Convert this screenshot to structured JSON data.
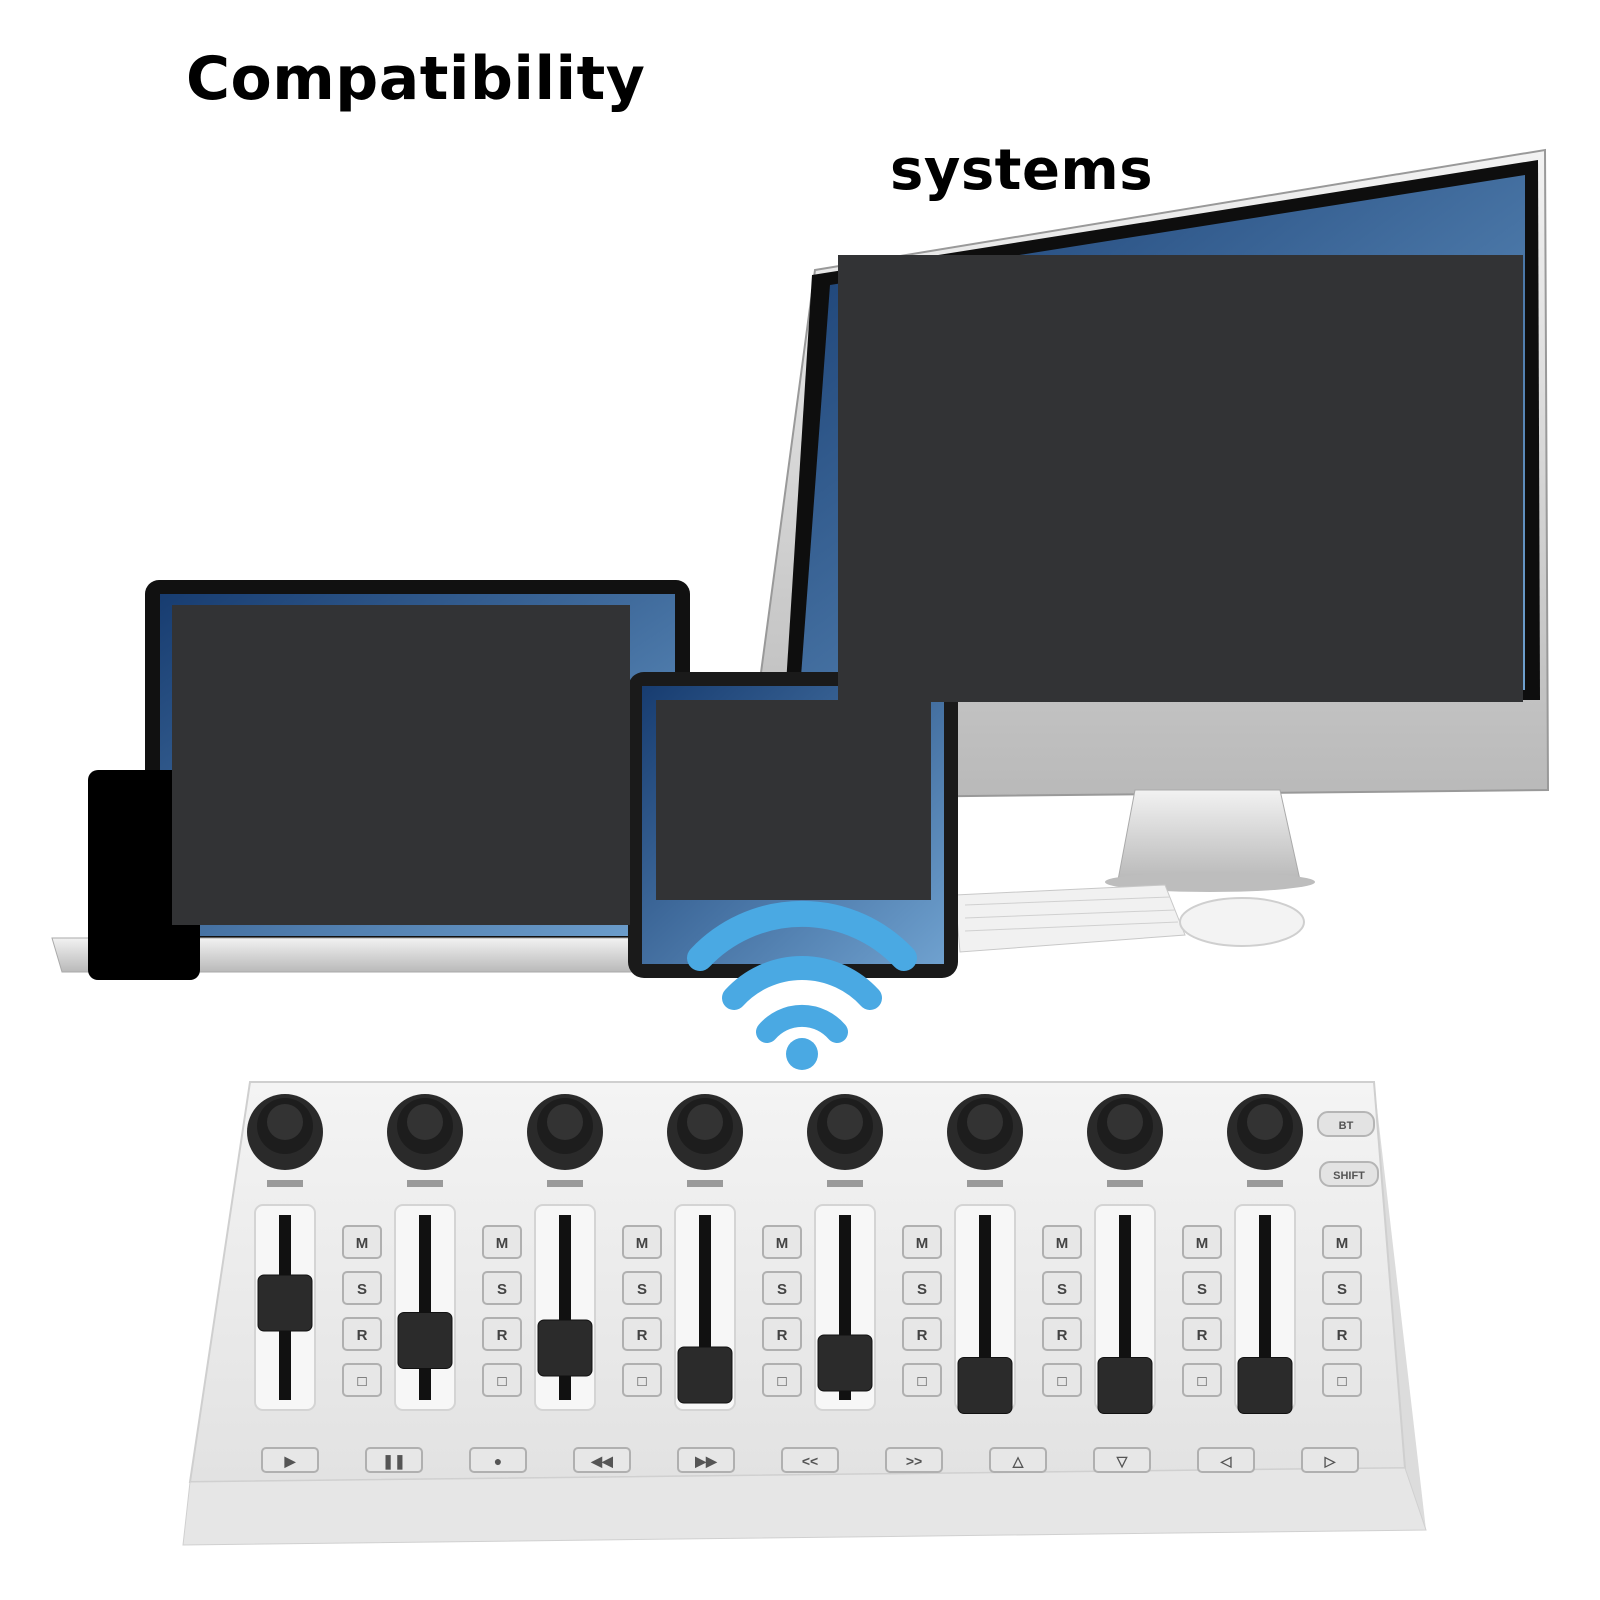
{
  "headline": {
    "line1": "Compatibility",
    "line2": "systems"
  },
  "controller": {
    "channels": 8,
    "side_buttons": [
      "BT",
      "SHIFT"
    ],
    "channel_buttons": [
      "M",
      "S",
      "R",
      "□"
    ],
    "fader_levels": [
      0.4,
      0.65,
      0.7,
      0.88,
      0.8,
      0.95,
      0.95,
      0.95
    ],
    "transport_buttons": [
      "play-icon",
      "pause-icon",
      "record-icon",
      "rewind-icon",
      "fast-forward-icon",
      "prev-marker-icon",
      "next-marker-icon",
      "up-arrow-icon",
      "down-arrow-icon",
      "left-arrow-icon",
      "right-arrow-icon"
    ],
    "transport_glyphs": [
      "▶",
      "❚❚",
      "●",
      "◀◀",
      "▶▶",
      "<<",
      ">>",
      "△",
      "▽",
      "◁",
      "▷"
    ]
  },
  "colors": {
    "wifi": "#4aa9e3",
    "redaction": "#323335",
    "panel": "#ededed",
    "knob": "#1d1d1d"
  }
}
